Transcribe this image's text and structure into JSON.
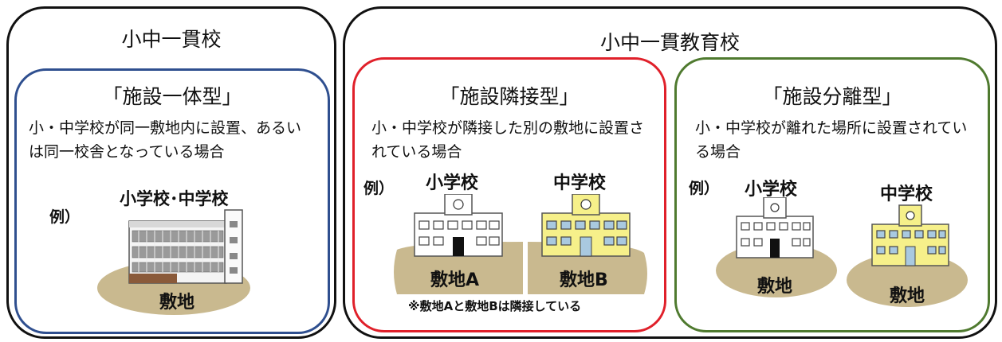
{
  "left_group": {
    "title": "小中一貫校",
    "panel": {
      "title": "「施設一体型」",
      "description": "小・中学校が同一敷地内に設置、あるいは同一校舎となっている場合",
      "example_label": "例）",
      "building_label": "小学校･中学校",
      "ground_label": "敷地"
    }
  },
  "right_group": {
    "title": "小中一貫教育校",
    "panels": [
      {
        "title": "「施設隣接型」",
        "description": "小・中学校が隣接した別の敷地に設置されている場合",
        "example_label": "例）",
        "building_labels": [
          "小学校",
          "中学校"
        ],
        "ground_labels": [
          "敷地A",
          "敷地B"
        ],
        "note": "※敷地Aと敷地Bは隣接している"
      },
      {
        "title": "「施設分離型」",
        "description": "小・中学校が離れた場所に設置されている場合",
        "example_label": "例）",
        "building_labels": [
          "小学校",
          "中学校"
        ],
        "ground_labels": [
          "敷地",
          "敷地"
        ]
      }
    ]
  },
  "colors": {
    "outline": "#111111",
    "panel_integrated": "#2f4f8f",
    "panel_adjacent": "#e0202a",
    "panel_separated": "#4f7a2f",
    "ground": "#c9b98f",
    "junior_high_building": "#f6f08a",
    "elementary_building": "#ffffff"
  }
}
